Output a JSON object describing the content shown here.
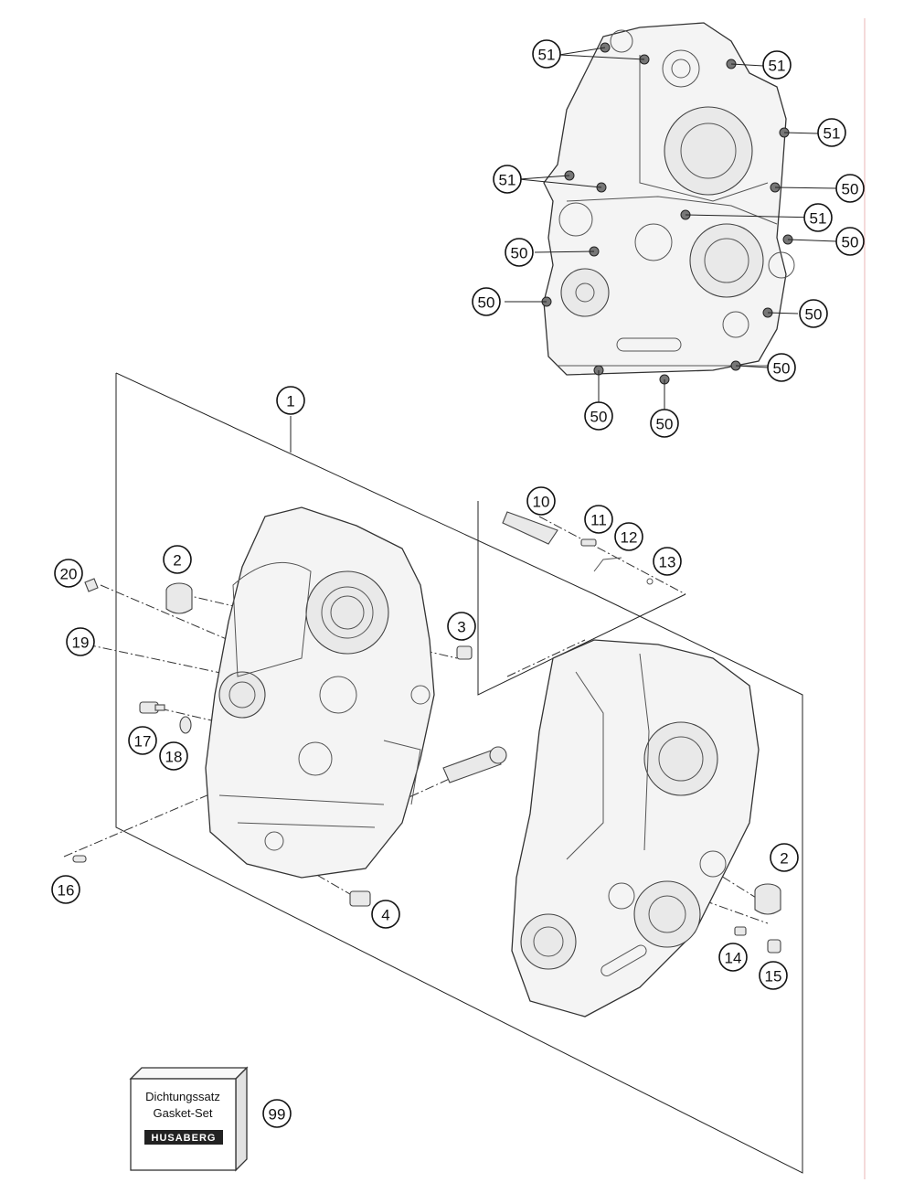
{
  "gasket_box": {
    "line1": "Dichtungssatz",
    "line2": "Gasket-Set",
    "logo": "HUSABERG"
  },
  "callouts": [
    {
      "id": "c51a",
      "label": "51"
    },
    {
      "id": "c51b",
      "label": "51"
    },
    {
      "id": "c51c",
      "label": "51"
    },
    {
      "id": "c51d",
      "label": "51"
    },
    {
      "id": "c51e",
      "label": "51"
    },
    {
      "id": "c50a",
      "label": "50"
    },
    {
      "id": "c50b",
      "label": "50"
    },
    {
      "id": "c50c",
      "label": "50"
    },
    {
      "id": "c50d",
      "label": "50"
    },
    {
      "id": "c50e",
      "label": "50"
    },
    {
      "id": "c50f",
      "label": "50"
    },
    {
      "id": "c50g",
      "label": "50"
    },
    {
      "id": "c50h",
      "label": "50"
    },
    {
      "id": "c1",
      "label": "1"
    },
    {
      "id": "c2a",
      "label": "2"
    },
    {
      "id": "c2b",
      "label": "2"
    },
    {
      "id": "c3",
      "label": "3"
    },
    {
      "id": "c4",
      "label": "4"
    },
    {
      "id": "c10",
      "label": "10"
    },
    {
      "id": "c11",
      "label": "11"
    },
    {
      "id": "c12",
      "label": "12"
    },
    {
      "id": "c13",
      "label": "13"
    },
    {
      "id": "c14",
      "label": "14"
    },
    {
      "id": "c15",
      "label": "15"
    },
    {
      "id": "c16",
      "label": "16"
    },
    {
      "id": "c17",
      "label": "17"
    },
    {
      "id": "c18",
      "label": "18"
    },
    {
      "id": "c19",
      "label": "19"
    },
    {
      "id": "c20",
      "label": "20"
    },
    {
      "id": "c99",
      "label": "99"
    }
  ]
}
